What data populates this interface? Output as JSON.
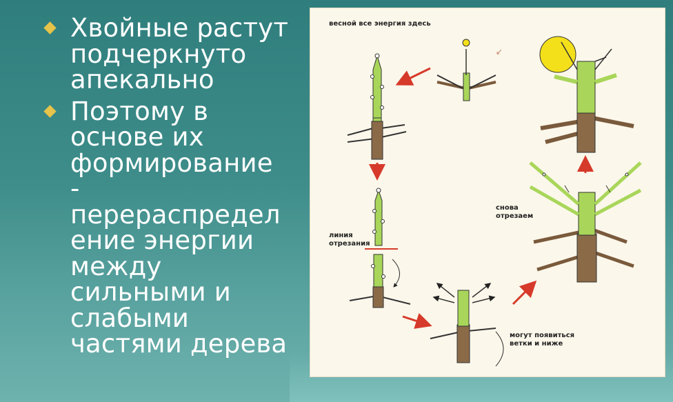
{
  "bullets": [
    "Хвойные растут\nподчеркнуто\nапекально",
    "Поэтому в\nоснове их\nформирование\n-\nперераспредел\nение энергии\nмежду\nсильными и\nслабыми\nчастями дерева"
  ],
  "figure": {
    "captions": {
      "spring": "весной все энергия здесь",
      "cut_line": "линия\nотрезания",
      "again_cut": "снова\nотрезаем",
      "new_branches": "могут появиться\nветки и ниже"
    }
  },
  "colors": {
    "background": "#3e8d8a",
    "bullet_marker": "#e6c34a",
    "text": "#ffffff",
    "figure_bg": "#fbf7ea",
    "green_growth": "#a9d65a",
    "trunk_brown": "#7a5a3c",
    "arrow_red": "#d63a2a",
    "sun_yellow": "#f4e01a"
  }
}
